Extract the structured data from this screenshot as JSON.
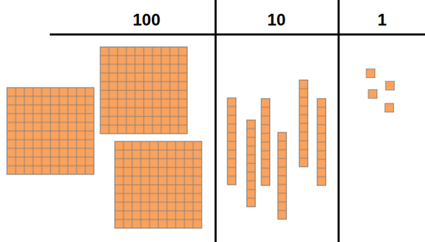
{
  "diagram": {
    "labels": [
      "100",
      "10",
      "1"
    ]
  }
}
